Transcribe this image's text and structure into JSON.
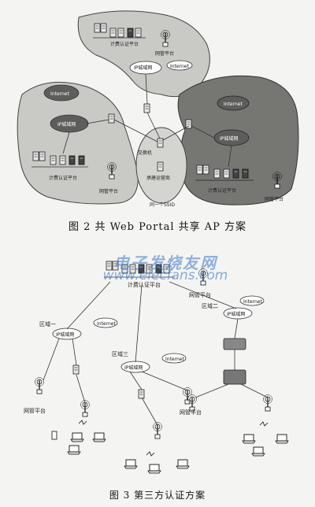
{
  "figure2": {
    "caption": "图 2   共 Web Portal 共享 AP 方案",
    "top_platform": {
      "billing": "计费认证平台",
      "nms": "网管平台",
      "ip_metro": "IP城域网",
      "internet": "Internet"
    },
    "left_platform": {
      "internet": "Internet",
      "ip_metro": "IP城域网",
      "billing": "计费认证平台",
      "nms": "网管平台"
    },
    "right_platform": {
      "internet": "Internet",
      "ip_metro": "IP城域网",
      "billing": "计费认证平台",
      "nms": "网管平台"
    },
    "switch": "交换机",
    "carrier_device": "承建运营商",
    "ssid": "同一个SSID"
  },
  "figure3": {
    "caption": "图 3    第三方认证方案",
    "billing": "计费认证平台",
    "nms_top": "网管平台",
    "zone1": "区域一",
    "zone2": "区域二",
    "zone3": "区域三",
    "zone1_ip": "IP城域网",
    "zone1_internet": "Internet",
    "zone2_ip": "IP城域网",
    "zone2_internet": "Internet",
    "zone3_ip": "IP城域网",
    "zone3_internet": "Internet",
    "nms_left": "网管平台",
    "nms_right": "网管平台"
  },
  "watermark": {
    "text": "电子发烧友网",
    "url": "www.elecfans.com"
  },
  "colors": {
    "region_light": "#c9c9c5",
    "region_dark": "#767673",
    "cloud": "#5d5d5b",
    "line": "#333333"
  }
}
